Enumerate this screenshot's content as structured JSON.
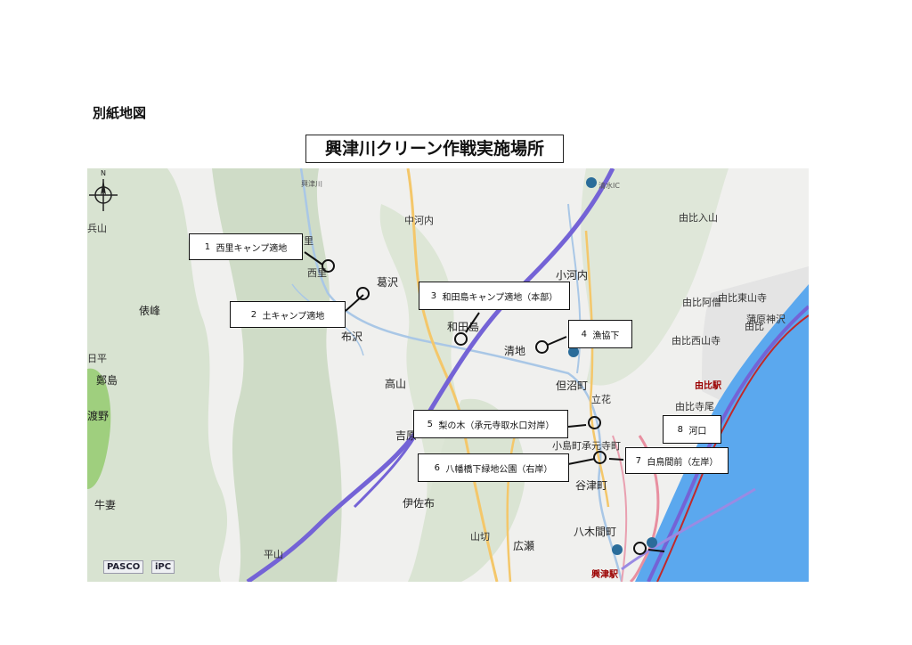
{
  "appendix_label": "別紙地図",
  "title": "興津川クリーン作戦実施場所",
  "sites": [
    {
      "number": "1",
      "name": "西里キャンプ適地"
    },
    {
      "number": "2",
      "name": "土キャンプ適地"
    },
    {
      "number": "3",
      "name": "和田島キャンプ適地（本部）"
    },
    {
      "number": "4",
      "name": "漁協下"
    },
    {
      "number": "5",
      "name": "梨の木（承元寺取水口対岸）"
    },
    {
      "number": "6",
      "name": "八幡橋下緑地公園（右岸）"
    },
    {
      "number": "7",
      "name": "白鳥間前（左岸）"
    },
    {
      "number": "8",
      "name": "河口"
    }
  ],
  "place_names": {
    "hyo": "兵山",
    "nishisato1": "西里",
    "nishisato2": "西里",
    "kuzusawa": "葛沢",
    "nunozawa": "布沢",
    "tawara": "俵峰",
    "nakakochi": "中河内",
    "kokochi": "小河内",
    "wadajima": "和田島",
    "kiyoji": "清地",
    "tanuma": "但沼町",
    "tachibana": "立花",
    "takayama": "高山",
    "yoshiwara": "吉原",
    "kojimacho": "小島町",
    "shogenji": "承元寺町",
    "yatsucho": "谷津町",
    "ibuki": "伊佐布",
    "yamakiri": "山切",
    "hirose": "広瀬",
    "yagima": "八木間町",
    "hirayama": "平山",
    "ushizuma": "牛妻",
    "wataru": "渡野",
    "hira": "日平",
    "kashima": "鄭島",
    "yui_iriyama": "由比入山",
    "yui_higashiyama": "由比東山寺",
    "yui_akou": "由比阿僧",
    "yui_nishiyama": "由比西山寺",
    "kanbara": "蒲原神沢",
    "yui_teradaira": "由比寺尾",
    "yui_station": "由比駅",
    "okitsu_station": "興津駅",
    "yui": "由比",
    "shimizu_ic": "清水IC",
    "okitsu_river": "興津川"
  },
  "logos": {
    "pasco": "PASCO",
    "ipc": "iPC"
  },
  "colors": {
    "sea": "#5ba8ee",
    "forest": "#d6e2cf",
    "land": "#eeeeee",
    "expressway": "#7463d6",
    "route": "#f4c76a"
  }
}
